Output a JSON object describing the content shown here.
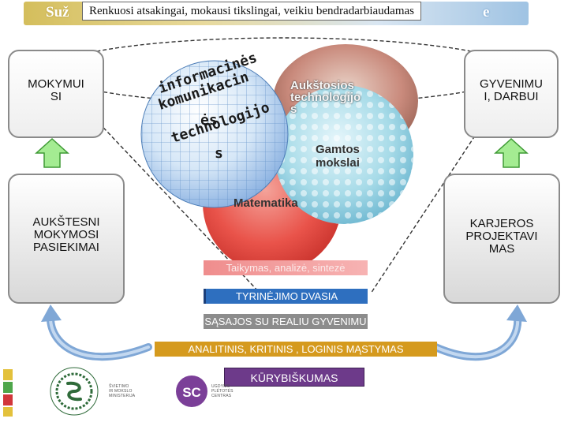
{
  "title": {
    "ghost_left": "Suž",
    "main": "Renkuosi atsakingai, mokausi tikslingai, veikiu bendradarbiaudamas",
    "ghost_right": "e"
  },
  "boxes": {
    "left_top": [
      "MOKYMUI",
      "SI"
    ],
    "left_bottom": [
      "AUKŠTESNI",
      "MOKYMOSI",
      "PASIEKIMAI"
    ],
    "right_top": [
      "GYVENIMU",
      "I, DARBUI"
    ],
    "right_bottom": [
      "KARJEROS",
      "PROJEKTAVI",
      "MAS"
    ]
  },
  "circles": {
    "info_tech": [
      "informacinės",
      "komunikacin",
      "ės",
      "technologijo",
      "s"
    ],
    "high_tech": [
      "Aukštosios",
      "technologijo",
      "s"
    ],
    "natural_sciences": [
      "Gamtos",
      "mokslai"
    ],
    "math": "Matematika"
  },
  "strips": {
    "taikymas": "Taikymas, analizė, sintezė",
    "tyrinejimo": "TYRINĖJIMO DVASIA",
    "sasajos": "SĄSAJOS SU REALIU GYVENIMU",
    "analitinis": "ANALITINIS, KRITINIS , LOGINIS MĄSTYMAS",
    "kurybiskumas": "KŪRYBIŠKUMAS"
  },
  "logos": {
    "ministry": [
      "ŠVIETIMO",
      "IR MOKSLO",
      "MINISTERIJA"
    ],
    "center": [
      "UGDYMO",
      "PLĖTOTĖS",
      "CENTRAS"
    ]
  },
  "colors": {
    "math": "#e9534a",
    "info_tech": "#9ec3e8",
    "high_tech": "#c98a7c",
    "natural_sciences": "#a7dbe8",
    "arrow_green": "#6fd25e",
    "arrow_blue": "#7fa7d6"
  }
}
